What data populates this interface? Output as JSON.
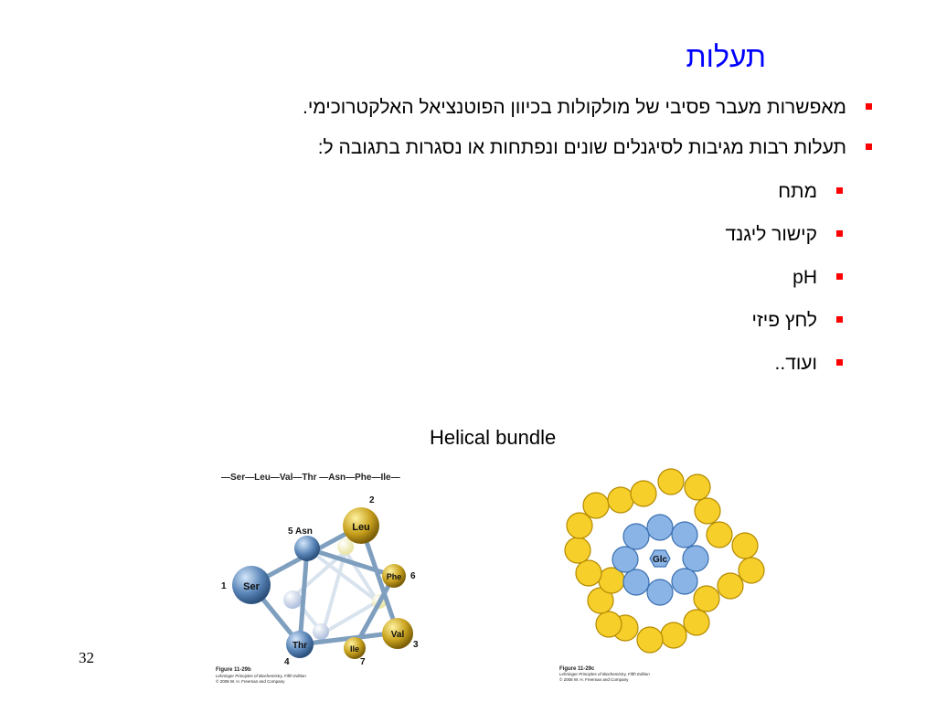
{
  "slide": {
    "title": "תעלות",
    "bullets": [
      "מאפשרות מעבר פסיבי של מולקולות בכיוון הפוטנציאל האלקטרוכימי.",
      "תעלות רבות מגיבות לסיגנלים שונים ונפתחות או נסגרות בתגובה ל:"
    ],
    "sub_bullets": [
      "מתח",
      "קישור ליגנד",
      "pH",
      "לחץ פיזי",
      "ועוד.."
    ],
    "caption": "Helical bundle",
    "page_number": "32"
  },
  "figure_left": {
    "sequence": "—Ser—Leu—Val—Thr —Asn—Phe—Ile—",
    "residues": {
      "ser": "Ser",
      "leu": "Leu",
      "val": "Val",
      "thr": "Thr",
      "ile": "Ile",
      "phe": "Phe",
      "asn": "Asn"
    },
    "numbers": {
      "ser": "1",
      "leu": "2",
      "val": "3",
      "thr": "4",
      "asn": "5 Asn",
      "phe": "6",
      "ile": "7"
    },
    "fig_label": "Figure 11-29b",
    "fig_book": "Lehninger Principles of Biochemistry, Fifth Edition",
    "fig_copy": "© 2008 W. H. Freeman and Company"
  },
  "figure_right": {
    "center_label": "Glc",
    "fig_label": "Figure 11-29c",
    "fig_book": "Lehninger Principles of Biochemistry, Fifth Edition",
    "fig_copy": "© 2008 W. H. Freeman and Company"
  },
  "colors": {
    "title": "#0000ff",
    "bullet": "#ff0000",
    "yellow": "#f7cf2a",
    "blue": "#8ab4e6"
  }
}
